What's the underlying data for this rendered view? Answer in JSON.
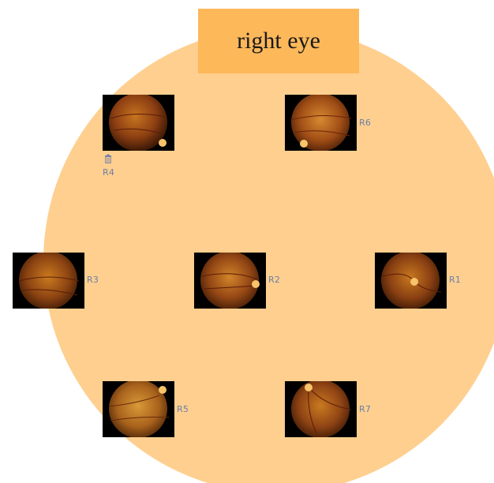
{
  "title": "right eye",
  "colors": {
    "background_disc": "#fecf8f",
    "title_box": "#fdb85a",
    "label": "#6b7fa6"
  },
  "tiles": [
    {
      "label": "R4",
      "optic_disc_side": "right"
    },
    {
      "label": "R6",
      "optic_disc_side": "left"
    },
    {
      "label": "R3",
      "optic_disc_side": "none"
    },
    {
      "label": "R2",
      "optic_disc_side": "right"
    },
    {
      "label": "R1",
      "optic_disc_side": "center"
    },
    {
      "label": "R5",
      "optic_disc_side": "right"
    },
    {
      "label": "R7",
      "optic_disc_side": "left"
    }
  ],
  "icons": {
    "delete": "trash-icon"
  }
}
